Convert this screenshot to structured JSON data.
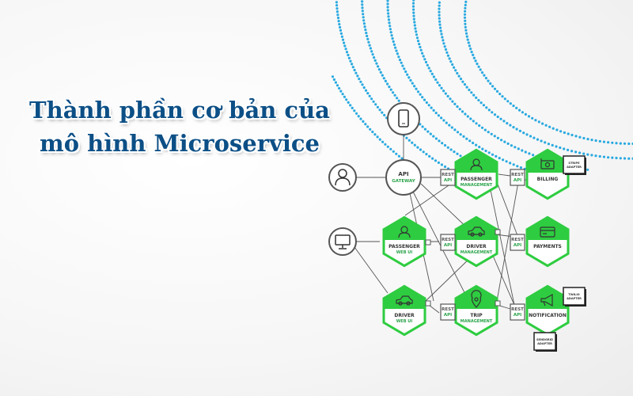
{
  "title": {
    "line1": "Thành phần cơ bản của",
    "line2": "mô hình Microservice"
  },
  "colors": {
    "title": "#0c4f86",
    "accent_green": "#2ecc40",
    "dots": "#29a9e0"
  },
  "gateway": {
    "label": "API",
    "sub": "GATEWAY"
  },
  "clients": [
    {
      "name": "mobile-phone-icon"
    },
    {
      "name": "user-icon"
    },
    {
      "name": "desktop-monitor-icon"
    }
  ],
  "services": [
    {
      "id": "passenger-management",
      "label": "PASSENGER",
      "sub": "MANAGEMENT",
      "icon": "person-icon"
    },
    {
      "id": "driver-management",
      "label": "DRIVER",
      "sub": "MANAGEMENT",
      "icon": "car-icon"
    },
    {
      "id": "trip-management",
      "label": "TRIP",
      "sub": "MANAGEMENT",
      "icon": "location-pin-icon"
    },
    {
      "id": "passenger-web-ui",
      "label": "PASSENGER",
      "sub": "WEB UI",
      "icon": "person-icon"
    },
    {
      "id": "driver-web-ui",
      "label": "DRIVER",
      "sub": "WEB UI",
      "icon": "car-icon"
    },
    {
      "id": "billing",
      "label": "BILLING",
      "sub": "",
      "icon": "bill-icon"
    },
    {
      "id": "payments",
      "label": "PAYMENTS",
      "sub": "",
      "icon": "card-icon"
    },
    {
      "id": "notification",
      "label": "NOTIFICATION",
      "sub": "",
      "icon": "megaphone-icon"
    }
  ],
  "rest_api": {
    "line1": "REST",
    "line2": "API"
  },
  "adapters": [
    {
      "id": "stripe-adapter",
      "line1": "STRIPE",
      "line2": "ADAPTER"
    },
    {
      "id": "twilio-adapter",
      "line1": "TWILIO",
      "line2": "ADAPTER"
    },
    {
      "id": "sendgrid-adapter",
      "line1": "SENDGRID",
      "line2": "ADAPTER"
    }
  ]
}
